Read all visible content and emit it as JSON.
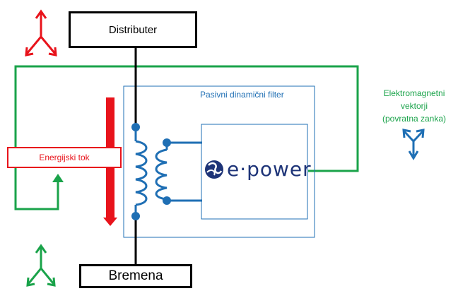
{
  "labels": {
    "distributer": "Distributer",
    "bremena": "Bremena",
    "filter": "Pasivni  dinamični filter",
    "em_vectors_line1": "Elektromagnetni",
    "em_vectors_line2": "vektorji",
    "em_vectors_line3": "(povratna zanka)",
    "energy_flow": "Energijski tok",
    "logo": "e·power"
  },
  "colors": {
    "red": "#e8131b",
    "green": "#1aa34a",
    "blue": "#1f6fb4",
    "logo": "#1e3478",
    "black": "#000000"
  },
  "icons": {
    "top_left": "three-phase-vector-icon",
    "bottom_left": "three-phase-vector-icon",
    "right": "three-phase-vector-icon",
    "logo_mark": "e-power-swirl-icon"
  }
}
